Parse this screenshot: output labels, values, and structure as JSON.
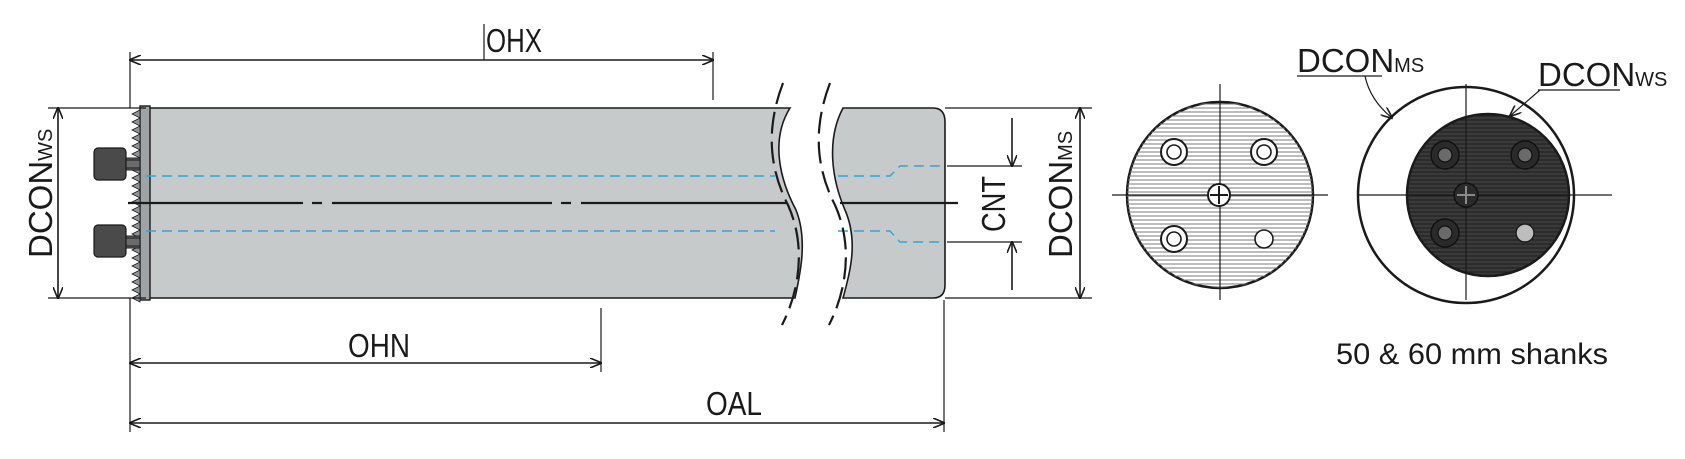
{
  "side_view": {
    "ohx_label": "OHX",
    "ohn_label": "OHN",
    "oal_label": "OAL",
    "dcon_ws_label": {
      "main": "DCON",
      "sub": "WS"
    },
    "dcon_ms_label": {
      "main": "DCON",
      "sub": "MS"
    },
    "cnt_label": "CNT"
  },
  "end_views": {
    "dcon_ms_label": {
      "main": "DCON",
      "sub": "MS"
    },
    "dcon_ws_label": {
      "main": "DCON",
      "sub": "WS"
    },
    "caption": "50 & 60 mm shanks"
  },
  "colors": {
    "body_fill": "#c6cacb",
    "line": "#1a1a1a",
    "hidden_line": "#2aa8e0",
    "dark_face": "#3a3a3a",
    "screw": "#4a4a4a"
  }
}
